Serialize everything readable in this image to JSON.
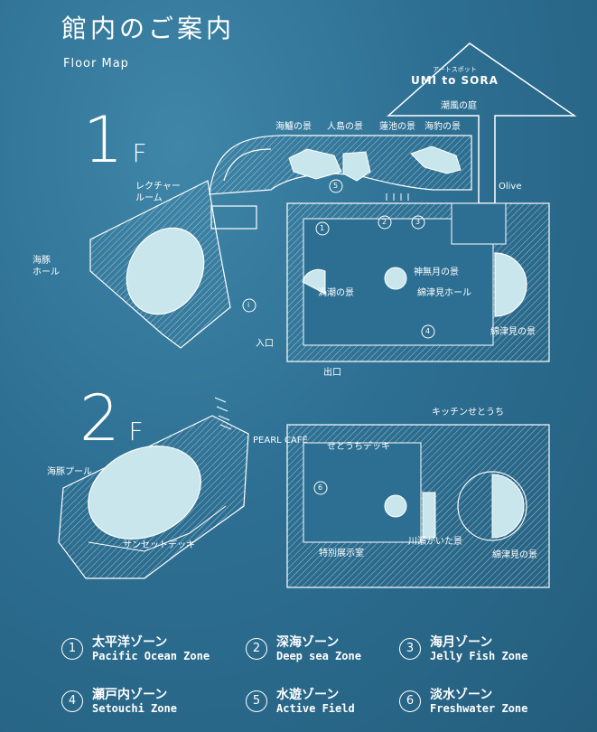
{
  "header": {
    "title": "館内のご案内",
    "subtitle": "Floor Map"
  },
  "brand": {
    "small": "アートスポット",
    "name": "UMI to SORA"
  },
  "floors": [
    {
      "label_num": "1",
      "label_f": "F"
    },
    {
      "label_num": "2",
      "label_f": "F"
    }
  ],
  "labels_1f": {
    "shiokaze": "潮風の庭",
    "kaishu": "海鱸の景",
    "jinjima": "人島の景",
    "renchi": "蓮池の景",
    "kaihyo": "海豹の景",
    "olive": "Olive",
    "lecture": "レクチャー\nルーム",
    "dolphin_hall": "海豚\nホール",
    "kannazuki": "神無月の景",
    "uzushio": "渦潮の景",
    "watatsumi_hall": "綿津見ホール",
    "watatsumi": "綿津見の景",
    "entrance": "入口",
    "exit": "出口"
  },
  "labels_2f": {
    "kitchen": "キッチンせとうち",
    "pearl_cafe": "PEARL CAFÉ",
    "setouchi_deck": "せとうちデッキ",
    "dolphin_pool": "海豚プール",
    "sunset_deck": "サンセットデッキ",
    "special": "特別展示室",
    "kawasemi": "川瀬がいた景",
    "watatsumi": "綿津見の景"
  },
  "zones": [
    {
      "num": "1",
      "jp": "太平洋ゾーン",
      "en": "Pacific Ocean Zone"
    },
    {
      "num": "2",
      "jp": "深海ゾーン",
      "en": "Deep sea Zone"
    },
    {
      "num": "3",
      "jp": "海月ゾーン",
      "en": "Jelly Fish Zone"
    },
    {
      "num": "4",
      "jp": "瀬戸内ゾーン",
      "en": "Setouchi Zone"
    },
    {
      "num": "5",
      "jp": "水遊ゾーン",
      "en": "Active Field"
    },
    {
      "num": "6",
      "jp": "淡水ゾーン",
      "en": "Freshwater Zone"
    }
  ],
  "map_markers": {
    "n1": "1",
    "n2": "2",
    "n3": "3",
    "n4": "4",
    "n5": "5",
    "n6": "6",
    "info": "i"
  }
}
